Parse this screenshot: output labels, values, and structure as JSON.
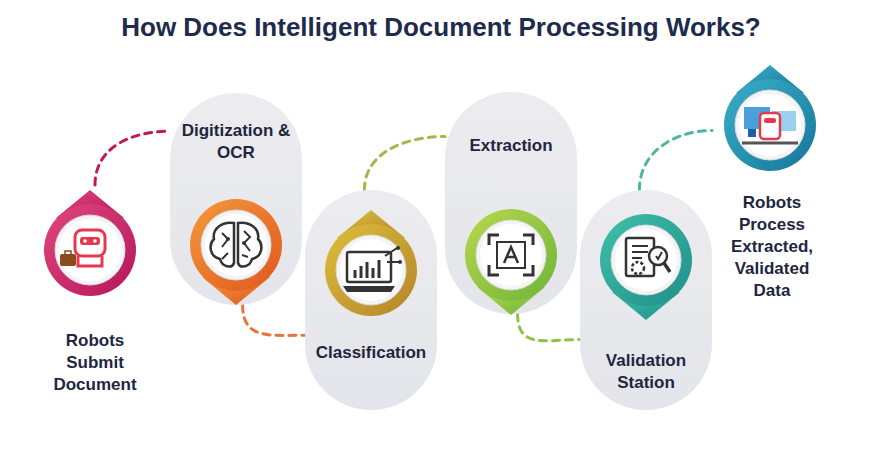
{
  "diagram": {
    "title": "How Does Intelligent Document Processing Works?",
    "nodes": [
      {
        "text": [
          "Robots Submit Document"
        ]
      },
      {
        "text": [
          "Digitization & OCR"
        ]
      },
      {
        "text": [
          "Classification"
        ]
      },
      {
        "text": [
          "Extraction"
        ]
      },
      {
        "text": [
          "Validation Station"
        ]
      },
      {
        "text": [
          "Robots Process Extracted, Validated Data"
        ]
      }
    ],
    "edges": [
      {
        "from": 0,
        "to": 1,
        "arrow": "none"
      },
      {
        "from": 1,
        "to": 2,
        "arrow": "none"
      },
      {
        "from": 2,
        "to": 3,
        "arrow": "none"
      },
      {
        "from": 3,
        "to": 4,
        "arrow": "none"
      },
      {
        "from": 4,
        "to": 5,
        "arrow": "none"
      }
    ]
  }
}
